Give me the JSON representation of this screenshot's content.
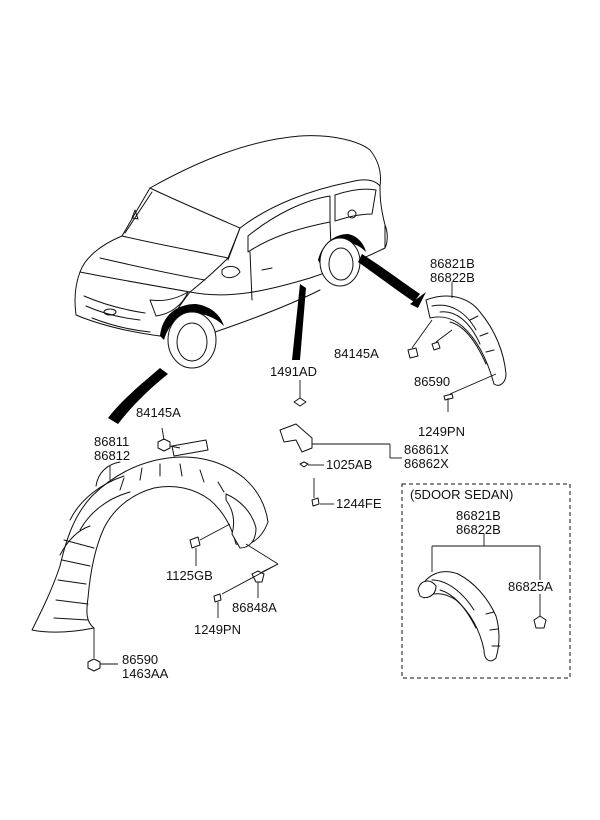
{
  "labels": {
    "p86821B_top": "86821B",
    "p86822B_top": "86822B",
    "p84145A_right": "84145A",
    "p86590_right": "86590",
    "p1249PN_right": "1249PN",
    "p1491AD": "1491AD",
    "p86861X": "86861X",
    "p86862X": "86862X",
    "p1025AB": "1025AB",
    "p1244FE": "1244FE",
    "p84145A_left": "84145A",
    "p86811": "86811",
    "p86812": "86812",
    "p1125GB": "1125GB",
    "p86848A": "86848A",
    "p1249PN_left": "1249PN",
    "p86590_left": "86590",
    "p1463AA": "1463AA",
    "p86821B_box": "86821B",
    "p86822B_box": "86822B",
    "p86825A": "86825A"
  },
  "inset": {
    "title": "(5DOOR SEDAN)"
  }
}
